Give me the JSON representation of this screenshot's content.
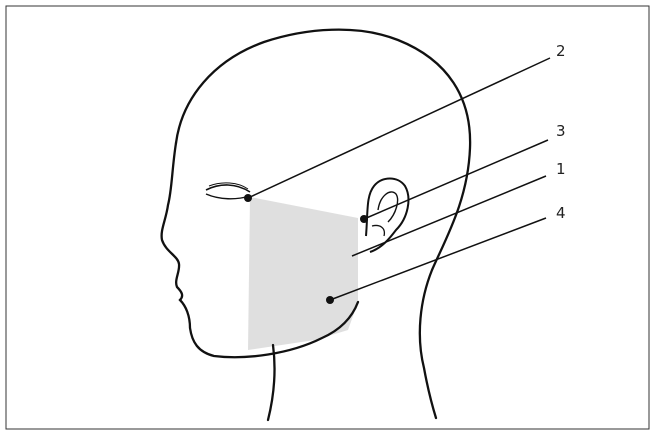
{
  "diagram": {
    "callouts": [
      {
        "id": "2",
        "label": "2",
        "anchor": "outer-eye-corner"
      },
      {
        "id": "3",
        "label": "3",
        "anchor": "tragus"
      },
      {
        "id": "1",
        "label": "1",
        "anchor": "cheek-region"
      },
      {
        "id": "4",
        "label": "4",
        "anchor": "lower-jaw"
      }
    ],
    "colors": {
      "line": "#111111",
      "shaded_area": "#d9d9d9",
      "frame": "#333333",
      "background": "#ffffff"
    }
  }
}
